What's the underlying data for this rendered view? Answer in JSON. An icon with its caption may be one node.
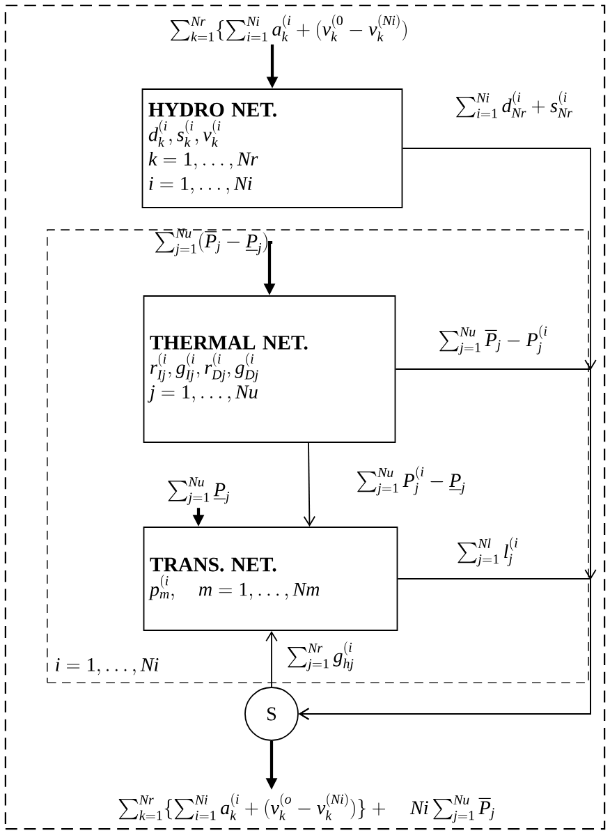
{
  "diagram": {
    "nodes": [
      {
        "text": [],
        "shape": "box"
      },
      {
        "text": [
          "\\sum_{k=1}^{Nr}\\{\\sum_{i=1}^{Ni} a_k^{(i} + (v_k^{(0} - v_k^{(Ni)})"
        ],
        "in": 0
      },
      {
        "text": [
          "HYDRO NET.",
          "d_k^{(i}, s_k^{(i}, v_k^{(i}",
          "k = 1, \\ldots, Nr",
          "i = 1, \\ldots, Ni"
        ],
        "in": 0
      },
      {
        "text": [
          "i = 1, \\ldots, Ni"
        ],
        "in": 0
      },
      {
        "text": [
          "\\sum_{j=1}^{Nu}(\\overline{P}_j - \\underline{P}_j)"
        ],
        "in": 3
      },
      {
        "text": [
          "THERMAL NET.",
          "r_{Ij}^{(i}, g_{Ij}^{(i}, r_{Dj}^{(i}, g_{Dj}^{(i}",
          "j = 1, \\ldots, Nu"
        ],
        "in": 3
      },
      {
        "text": [
          "\\sum_{j=1}^{Nu} \\underline{P}_j"
        ],
        "in": 3
      },
      {
        "text": [
          "TRANS. NET.",
          "p_m^{(i}, \\quad m = 1, \\ldots, Nm"
        ],
        "in": 3
      },
      {
        "text": [
          "S"
        ],
        "in": 0
      },
      {
        "text": [
          "\\sum_{k=1}^{Nr}\\{\\sum_{i=1}^{Ni} a_k^{(i}+(v_k^{(o} - v_k^{(Ni)})\\}+ \\quad Ni\\sum_{j=1}^{Nu}\\overline{P}_j"
        ],
        "in": 0
      }
    ],
    "edges": [
      {
        "from": 1,
        "to": 2,
        "arrow": "to",
        "style": "thick"
      },
      {
        "from": 2,
        "to": 8,
        "arrow": "to",
        "label": "\\sum_{i=1}^{Ni} d_{Nr}^{(i} + s_{Nr}^{(i}"
      },
      {
        "from": 4,
        "to": 5,
        "arrow": "to",
        "style": "thick"
      },
      {
        "from": 5,
        "to": 8,
        "arrow": "to",
        "label": "\\sum_{j=1}^{Nu} \\overline{P}_j - P_j^{(i}"
      },
      {
        "from": 5,
        "to": 7,
        "arrow": "to",
        "label": "\\sum_{j=1}^{Nu} P_j^{(i} - \\underline{P}_j"
      },
      {
        "from": 6,
        "to": 7,
        "arrow": "to",
        "style": "thick"
      },
      {
        "from": 7,
        "to": 8,
        "arrow": "to",
        "label": "\\sum_{j=1}^{Nl} l_j^{(i}"
      },
      {
        "from": 8,
        "to": 7,
        "arrow": "to",
        "label": "\\sum_{j=1}^{Nr} g_{hj}^{(i}"
      },
      {
        "from": 8,
        "to": 9,
        "arrow": "to",
        "style": "thick"
      }
    ]
  }
}
